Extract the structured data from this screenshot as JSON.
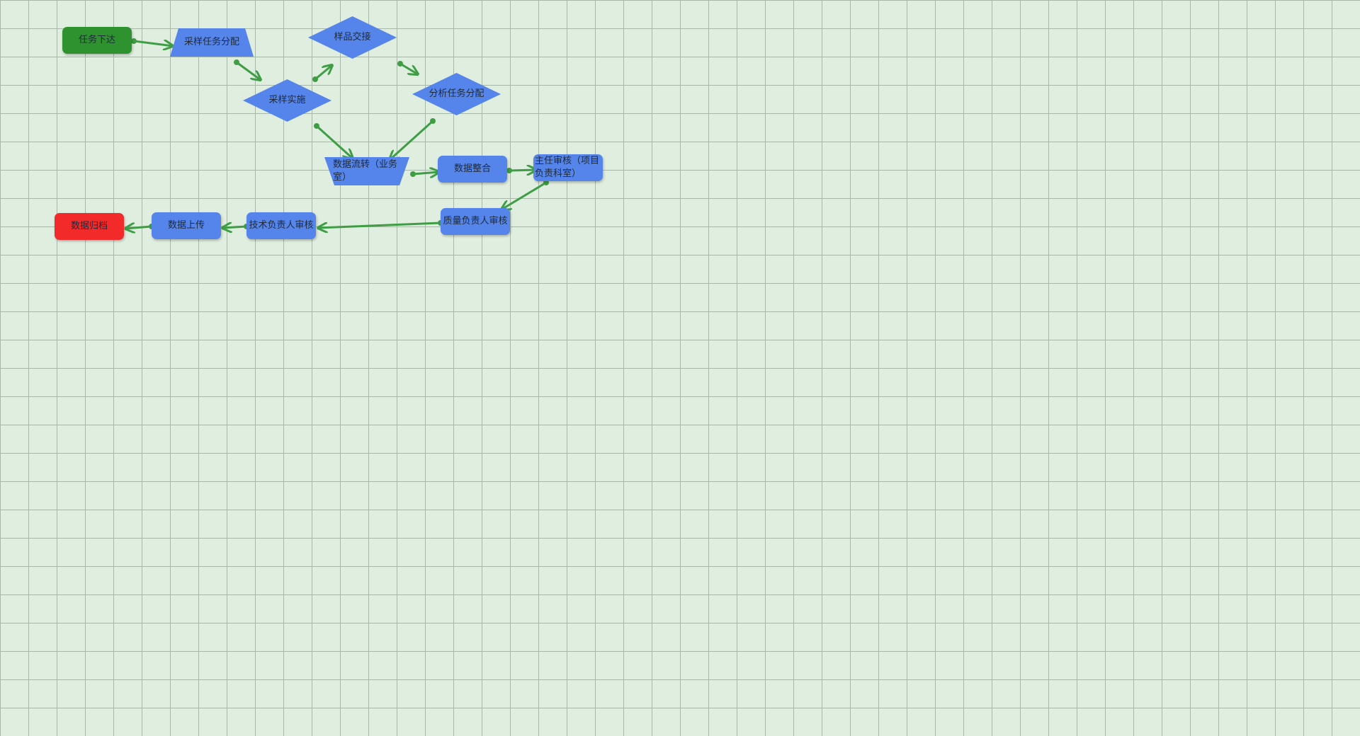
{
  "colors": {
    "node_fill": "#5585ea",
    "start_fill": "#2e932e",
    "end_fill": "#f22a2a",
    "edge": "#3f9e45",
    "grid_bg": "#e0eee0",
    "grid_line": "#a8b8a8"
  },
  "nodes": {
    "task_issue": "任务下达",
    "sampling_assign": "采样任务分配",
    "sample_handover": "样品交接",
    "sampling_exec": "采样实施",
    "analysis_assign": "分析任务分配",
    "data_transfer": "数据流转（业务室）",
    "data_integration": "数据整合",
    "director_review": "主任审核（项目负责科室）",
    "quality_review": "质量负责人审核",
    "tech_review": "技术负责人审核",
    "data_upload": "数据上传",
    "data_archive": "数据归档"
  }
}
